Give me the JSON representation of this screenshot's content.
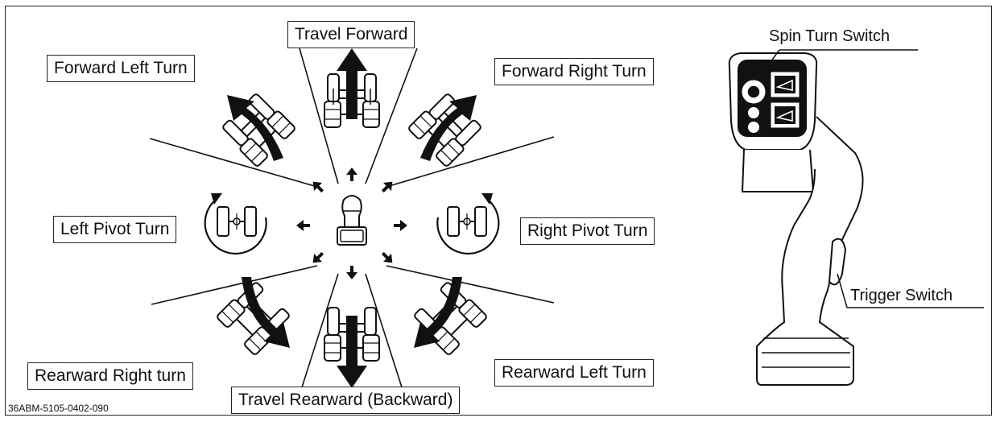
{
  "diagram": {
    "labels": {
      "travel_forward": "Travel Forward",
      "forward_left_turn": "Forward Left Turn",
      "forward_right_turn": "Forward Right Turn",
      "left_pivot_turn": "Left Pivot Turn",
      "right_pivot_turn": "Right Pivot Turn",
      "rearward_right_turn": "Rearward Right turn",
      "rearward_left_turn": "Rearward Left Turn",
      "travel_rearward": "Travel Rearward (Backward)"
    },
    "callouts": {
      "spin_turn_switch": "Spin Turn Switch",
      "trigger_switch": "Trigger Switch"
    },
    "figure_code": "36ABM-5105-0402-090"
  },
  "colors": {
    "ink": "#111111",
    "paper": "#ffffff"
  }
}
